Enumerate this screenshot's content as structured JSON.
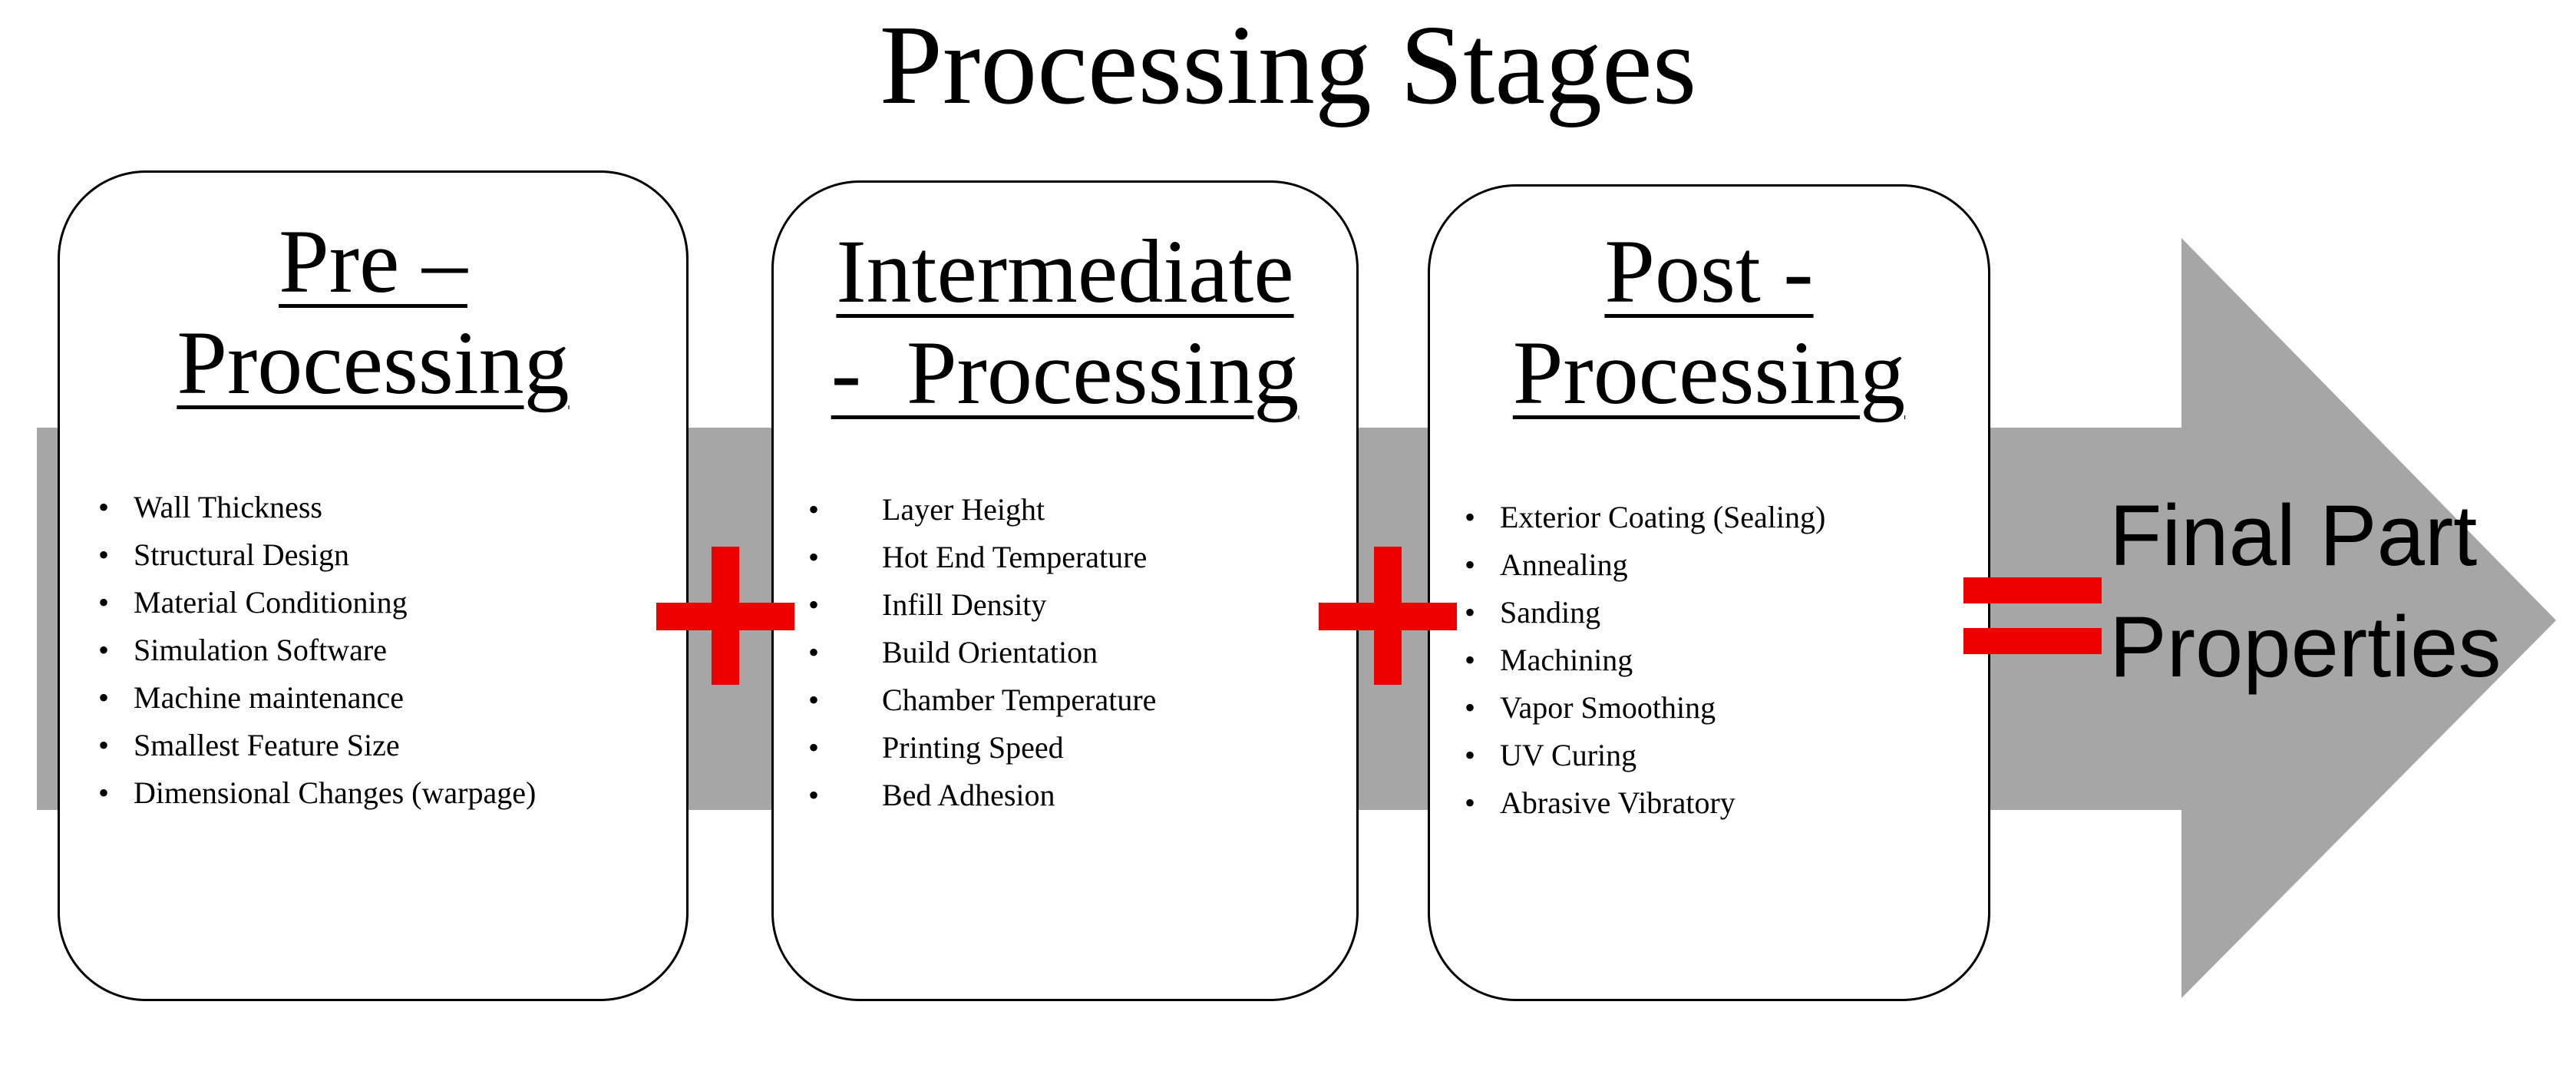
{
  "title": "Processing Stages",
  "colors": {
    "arrow_fill": "#a6a6a6",
    "operator": "#ee0000",
    "box_border": "#000000",
    "box_fill": "#ffffff"
  },
  "stages": [
    {
      "title_lines": [
        "Pre –",
        "Processing"
      ],
      "items": [
        "Wall Thickness",
        "Structural Design",
        "Material Conditioning",
        "Simulation Software",
        "Machine maintenance",
        "Smallest Feature Size",
        "Dimensional Changes (warpage)"
      ]
    },
    {
      "title_lines": [
        "Intermediate",
        "-  Processing"
      ],
      "items": [
        "Layer Height",
        "Hot End Temperature",
        "Infill Density",
        "Build Orientation",
        "Chamber Temperature",
        "Printing Speed",
        "Bed Adhesion"
      ]
    },
    {
      "title_lines": [
        "Post -",
        "Processing"
      ],
      "items": [
        "Exterior Coating (Sealing)",
        "Annealing",
        "Sanding",
        "Machining",
        "Vapor Smoothing",
        "UV Curing",
        "Abrasive Vibratory"
      ]
    }
  ],
  "operators": [
    "plus",
    "plus",
    "equals"
  ],
  "result_lines": [
    "Final Part",
    "Properties"
  ]
}
